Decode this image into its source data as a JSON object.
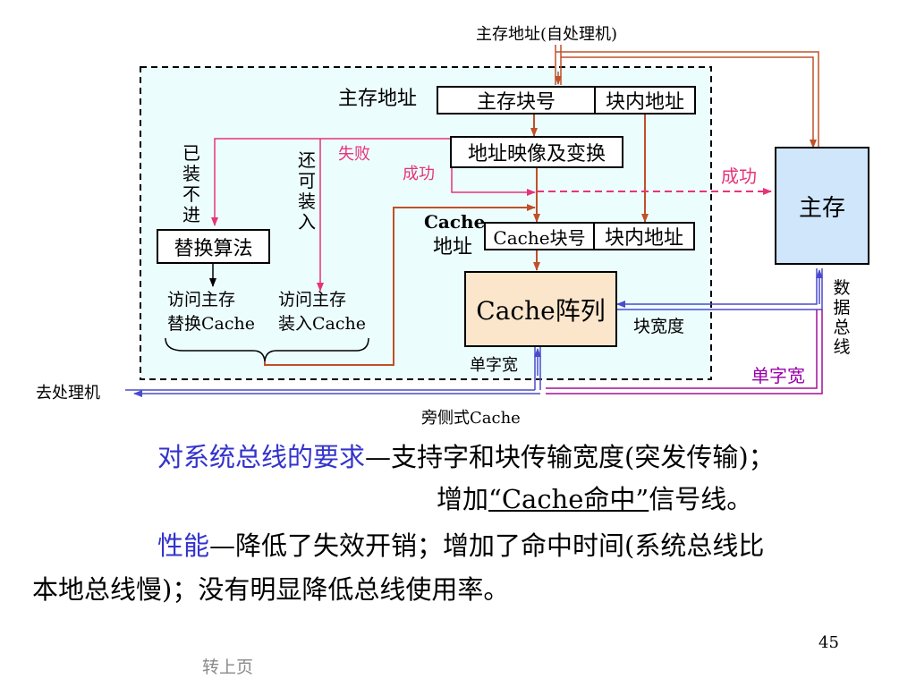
{
  "diagram": {
    "top_label": "主存地址(自处理机)",
    "main_addr_label": "主存地址",
    "main_block_no": "主存块号",
    "block_offset_main": "块内地址",
    "addr_map": "地址映像及变换",
    "fail": "失败",
    "success_left": "成功",
    "success_right": "成功",
    "cannot_load": "已装不进",
    "can_load": "还可装入",
    "replace_algo": "替换算法",
    "visit_replace_line1": "访问主存",
    "visit_replace_line2": "替换Cache",
    "visit_load_line1": "访问主存",
    "visit_load_line2": "装入Cache",
    "cache_addr_line1": "Cache",
    "cache_addr_line2": "地址",
    "cache_block_no": "Cache块号",
    "block_offset_cache": "块内地址",
    "cache_array": "Cache阵列",
    "block_width": "块宽度",
    "single_word_width": "单字宽",
    "single_word_width_bus": "单字宽",
    "data_bus": "数据总线",
    "main_memory": "主存",
    "to_processor": "去处理机",
    "caption": "旁侧式Cache"
  },
  "text": {
    "req_label": "对系统总线的要求",
    "req_dash": "—",
    "req_body": "支持字和块传输宽度(突发传输)；",
    "req_line2_pre": "增加",
    "req_line2_ul": "“Cache命中”",
    "req_line2_post": "信号线。",
    "perf_label": "性能",
    "perf_dash": "—",
    "perf_body1": "降低了失效开销；增加了命中时间(系统总线比",
    "perf_body2": "本地总线慢)；没有明显降低总线使用率。"
  },
  "footer": {
    "page_number": "45",
    "back_link": "转上页"
  },
  "colors": {
    "panel_bg": "#ecfdfd",
    "cache_array_bg": "#fbe6cc",
    "main_memory_bg": "#cfe6fb",
    "arrow_brown": "#c0502a",
    "arrow_pink": "#e8337a",
    "arrow_blue": "#4a4acc",
    "arrow_purple": "#a0109a",
    "text_blue": "#3333cc"
  }
}
